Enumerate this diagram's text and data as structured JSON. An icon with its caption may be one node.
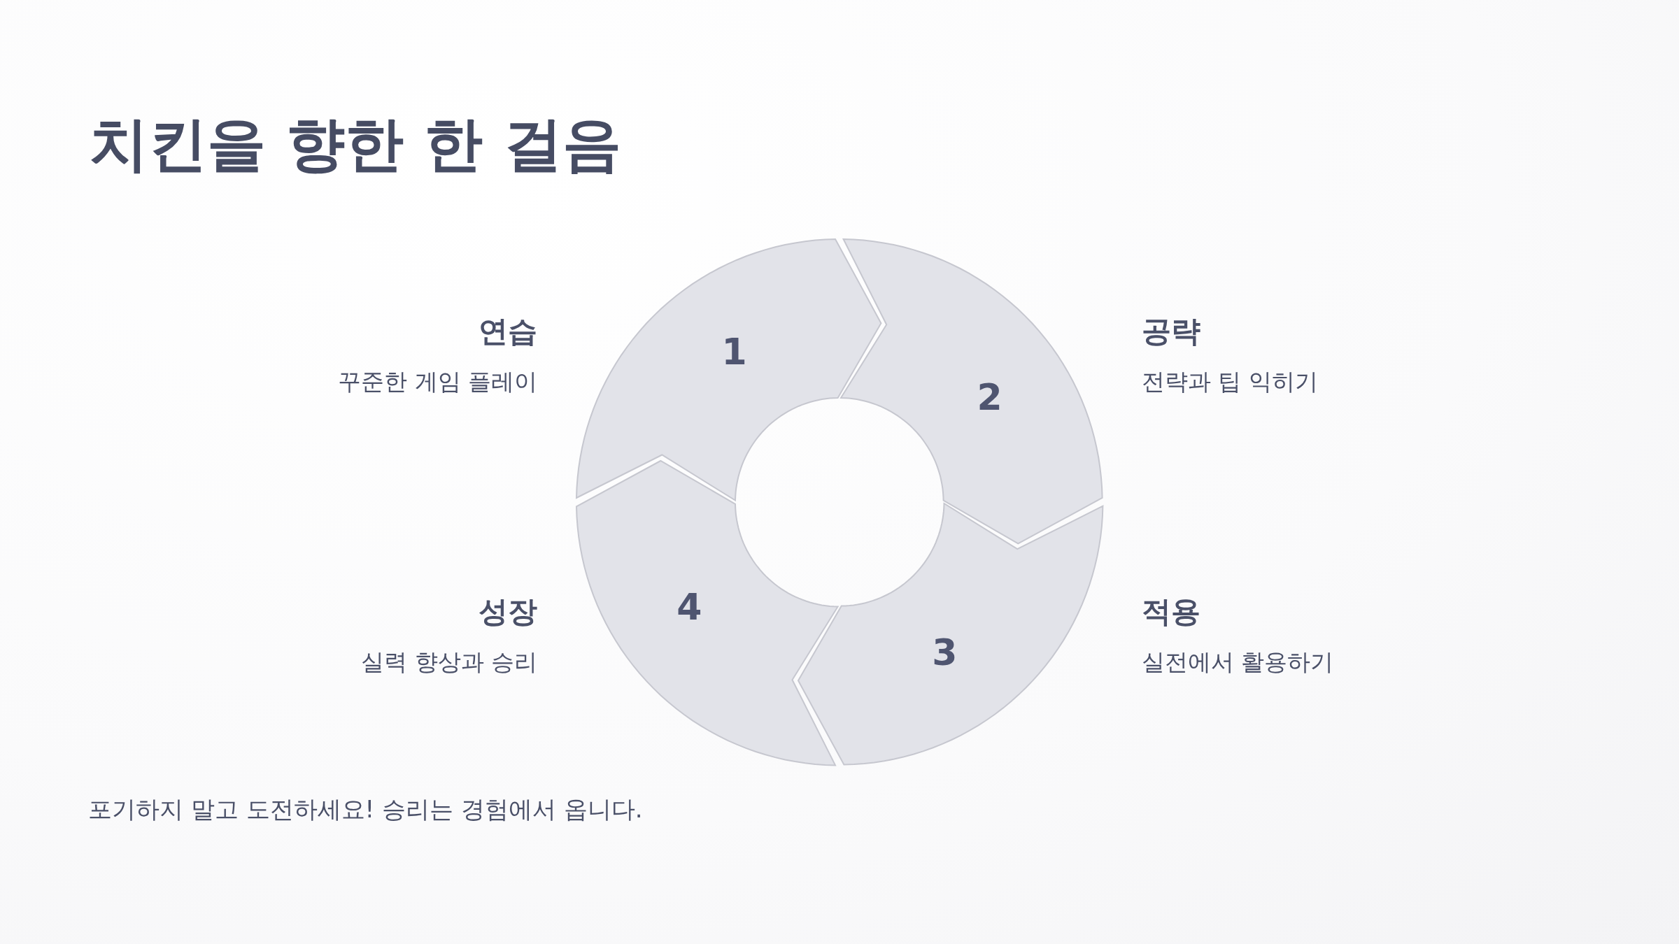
{
  "diagram": {
    "title": "치킨을 향한 한 걸음",
    "nodes": [
      {
        "text": [
          "1"
        ],
        "beside": [
          "연습",
          "꾸준한 게임 플레이"
        ]
      },
      {
        "text": [
          "2"
        ],
        "beside": [
          "공략",
          "전략과 팁 익히기"
        ]
      },
      {
        "text": [
          "3"
        ],
        "beside": [
          "적용",
          "실전에서 활용하기"
        ]
      },
      {
        "text": [
          "4"
        ],
        "beside": [
          "성장",
          "실력 향상과 승리"
        ]
      }
    ],
    "caption": "포기하지 말고 도전하세요! 승리는 경험에서 옵니다."
  }
}
